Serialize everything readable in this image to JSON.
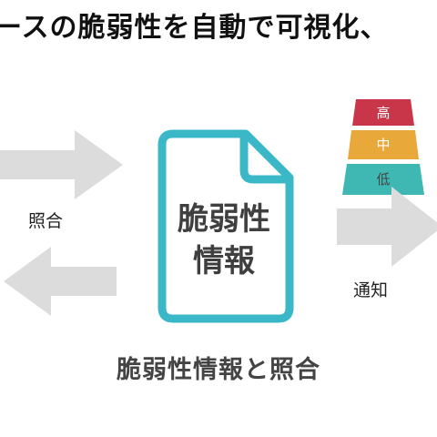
{
  "headline": "ースの脆弱性を自動で可視化、",
  "left_flow": {
    "label": "照合"
  },
  "document": {
    "line1": "脆弱性",
    "line2": "情報"
  },
  "right_flow": {
    "label": "通知"
  },
  "severity_levels": [
    {
      "label": "高",
      "color": "#c9364a",
      "text_color": "#ffffff"
    },
    {
      "label": "中",
      "color": "#e8a83a",
      "text_color": "#ffffff"
    },
    {
      "label": "低",
      "color": "#3fb8b3",
      "text_color": "#444444"
    }
  ],
  "caption": "脆弱性情報と照合",
  "colors": {
    "arrow": "#dcdcdc",
    "document_outline": "#3ab8c8"
  }
}
